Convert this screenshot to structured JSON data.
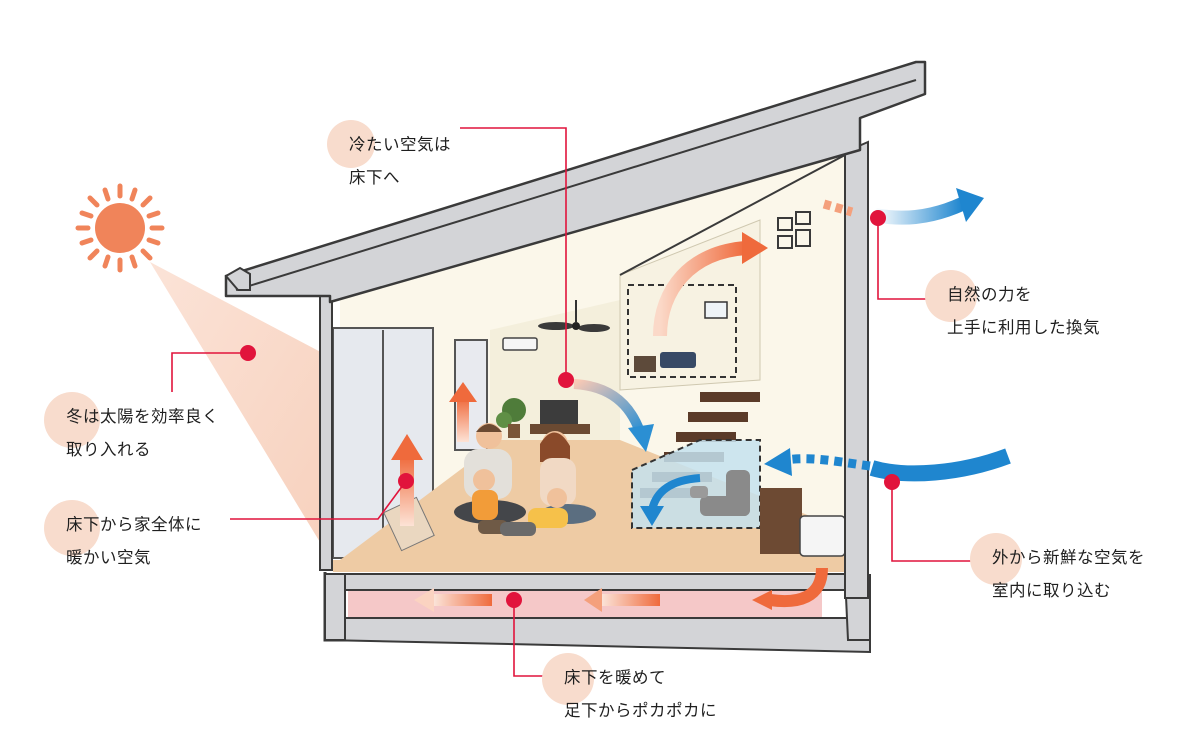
{
  "callouts": {
    "cold_air": {
      "line1": "冷たい空気は",
      "line2": "床下へ"
    },
    "ventilation": {
      "line1": "自然の力を",
      "line2": "上手に利用した換気"
    },
    "winter_sun": {
      "line1": "冬は太陽を効率良く",
      "line2": "取り入れる"
    },
    "warm_air": {
      "line1": "床下から家全体に",
      "line2": "暖かい空気"
    },
    "fresh_air": {
      "line1": "外から新鮮な空気を",
      "line2": "室内に取り込む"
    },
    "floor_heat": {
      "line1": "床下を暖めて",
      "line2": "足下からポカポカに"
    }
  },
  "colors": {
    "accent": "#e1143c",
    "bubble": "#f8dccd",
    "warm_arrow": "#ef6a3c",
    "cool_arrow": "#1f86cf",
    "sun": "#f0845a",
    "roof": "#d3d4d7",
    "outline": "#3a3a3a",
    "floor": "#eecba4",
    "underfloor": "#f5c8c8",
    "interior_wall": "#fbf7ea"
  },
  "icons": [
    "sun-icon",
    "house-cross-section",
    "family-illustration",
    "ceiling-fan-icon",
    "staircase",
    "sofa",
    "air-conditioner-icon",
    "television-icon",
    "plant-icon"
  ]
}
